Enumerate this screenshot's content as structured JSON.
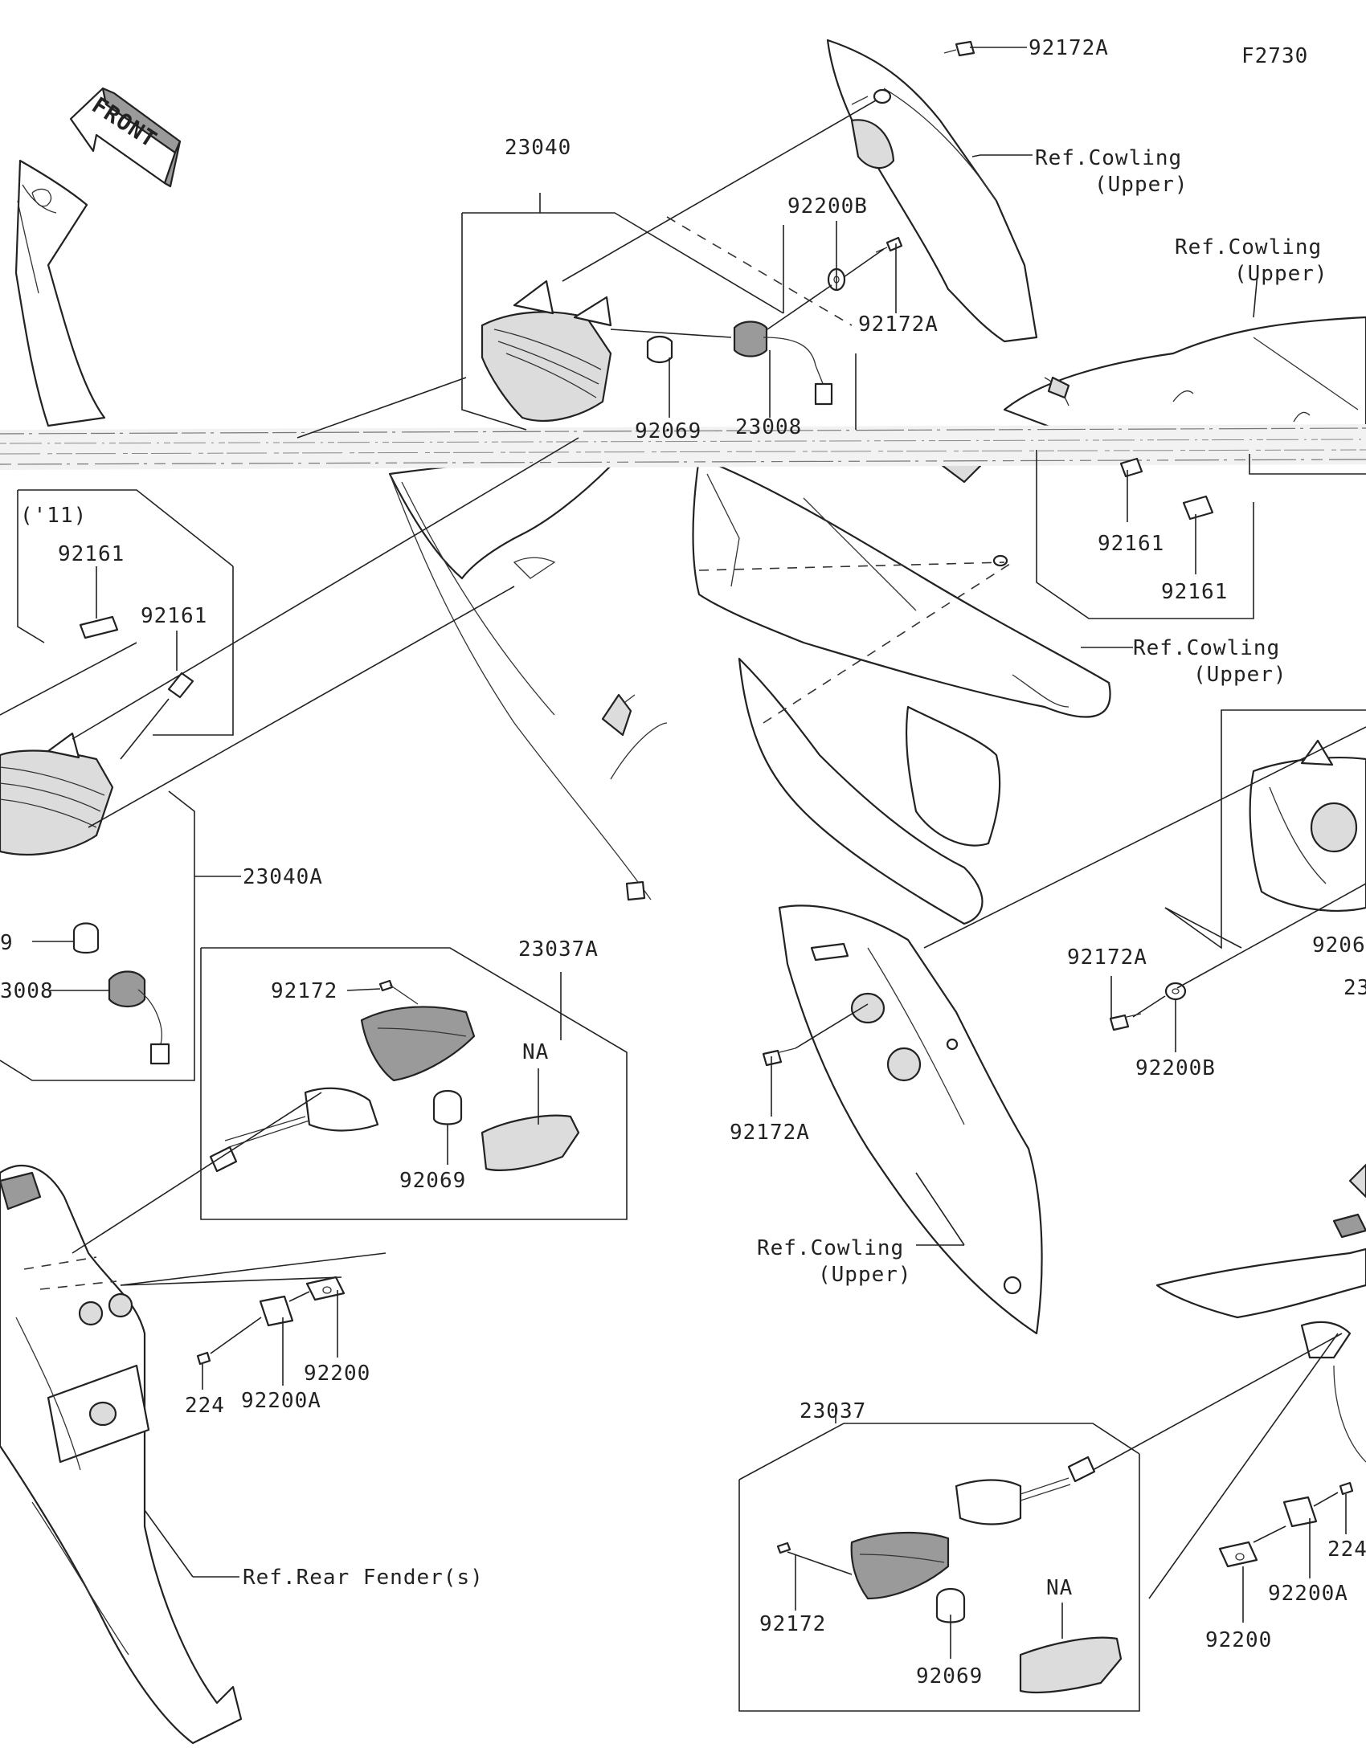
{
  "figure_code": "F2730",
  "front_arrow_text": "FRONT",
  "labels": {
    "l_92172A_top": "92172A",
    "l_ref_cowling_upper_1a": "Ref.Cowling",
    "l_ref_cowling_upper_1b": "(Upper)",
    "l_ref_cowling_upper_2a": "Ref.Cowling",
    "l_ref_cowling_upper_2b": "(Upper)",
    "l_23040": "23040",
    "l_92200B_top": "92200B",
    "l_92172A_mid": "92172A",
    "l_92069_top": "92069",
    "l_23008_top": "23008",
    "l_11_left": "('11)",
    "l_92161_a": "92161",
    "l_92161_b": "92161",
    "l_92161_c": "92161",
    "l_92161_d": "92161",
    "l_ref_cowling_upper_3a": "Ref.Cowling",
    "l_ref_cowling_upper_3b": "(Upper)",
    "l_23040A": "23040A",
    "l_9_left": "9",
    "l_3008_left": "3008",
    "l_23037A": "23037A",
    "l_92172_left": "92172",
    "l_NA_left": "NA",
    "l_92069_left": "92069",
    "l_92172A_right": "92172A",
    "l_92200B_right": "92200B",
    "l_9206_right": "9206",
    "l_23_right": "23",
    "l_92172A_center": "92172A",
    "l_ref_cowling_upper_4a": "Ref.Cowling",
    "l_ref_cowling_upper_4b": "(Upper)",
    "l_92200_left": "92200",
    "l_224_left": "224",
    "l_92200A_left": "92200A",
    "l_ref_rear_fender": "Ref.Rear Fender(s)",
    "l_23037": "23037",
    "l_92172_right": "92172",
    "l_NA_right": "NA",
    "l_92069_right": "92069",
    "l_224_right": "224",
    "l_92200A_right": "92200A",
    "l_92200_right": "92200"
  }
}
